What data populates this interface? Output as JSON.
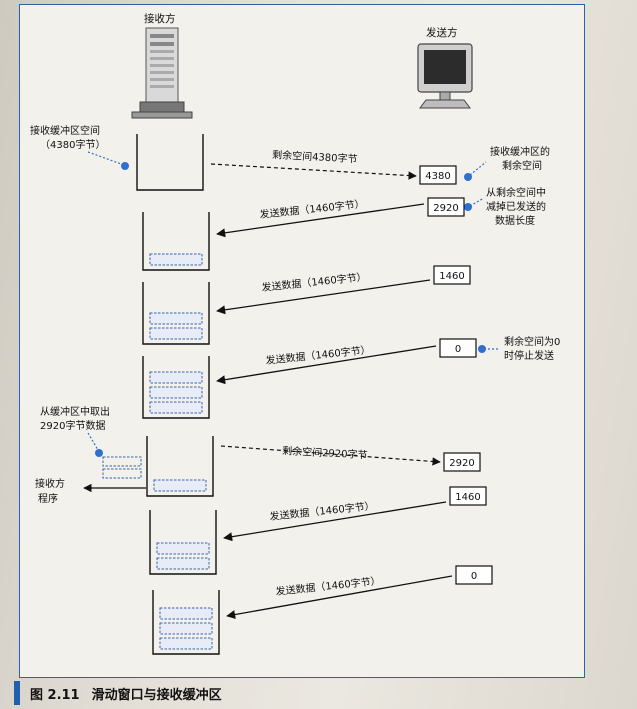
{
  "receiver_title": "接收方",
  "sender_title": "发送方",
  "buffer_label": [
    "接收缓冲区空间",
    "（4380字节）"
  ],
  "take_label": [
    "从缓冲区中取出",
    "2920字节数据"
  ],
  "app_label": [
    "接收方",
    "程序"
  ],
  "notes": {
    "remaining_4380": [
      "接收缓冲区的",
      "剩余空间"
    ],
    "subtract": [
      "从剩余空间中",
      "减掉已发送的",
      "数据长度"
    ],
    "zero_stop": [
      "剩余空间为0",
      "时停止发送"
    ]
  },
  "rows": [
    {
      "msg": "剩余空间4380字节",
      "value": "4380"
    },
    {
      "msg": "发送数据（1460字节）",
      "value": "2920"
    },
    {
      "msg": "发送数据（1460字节）",
      "value": "1460"
    },
    {
      "msg": "发送数据（1460字节）",
      "value": "0"
    },
    {
      "msg": "剩余空间2920字节",
      "value": "2920"
    },
    {
      "msg": "发送数据（1460字节）",
      "value": "1460"
    },
    {
      "msg": "发送数据（1460字节）",
      "value": "0"
    }
  ],
  "caption": {
    "number": "图 2.11",
    "title": "滑动窗口与接收缓冲区"
  },
  "colors": {
    "accent": "#2a63a8",
    "dot": "#2f6fd0",
    "packet": "#3a64b0"
  }
}
